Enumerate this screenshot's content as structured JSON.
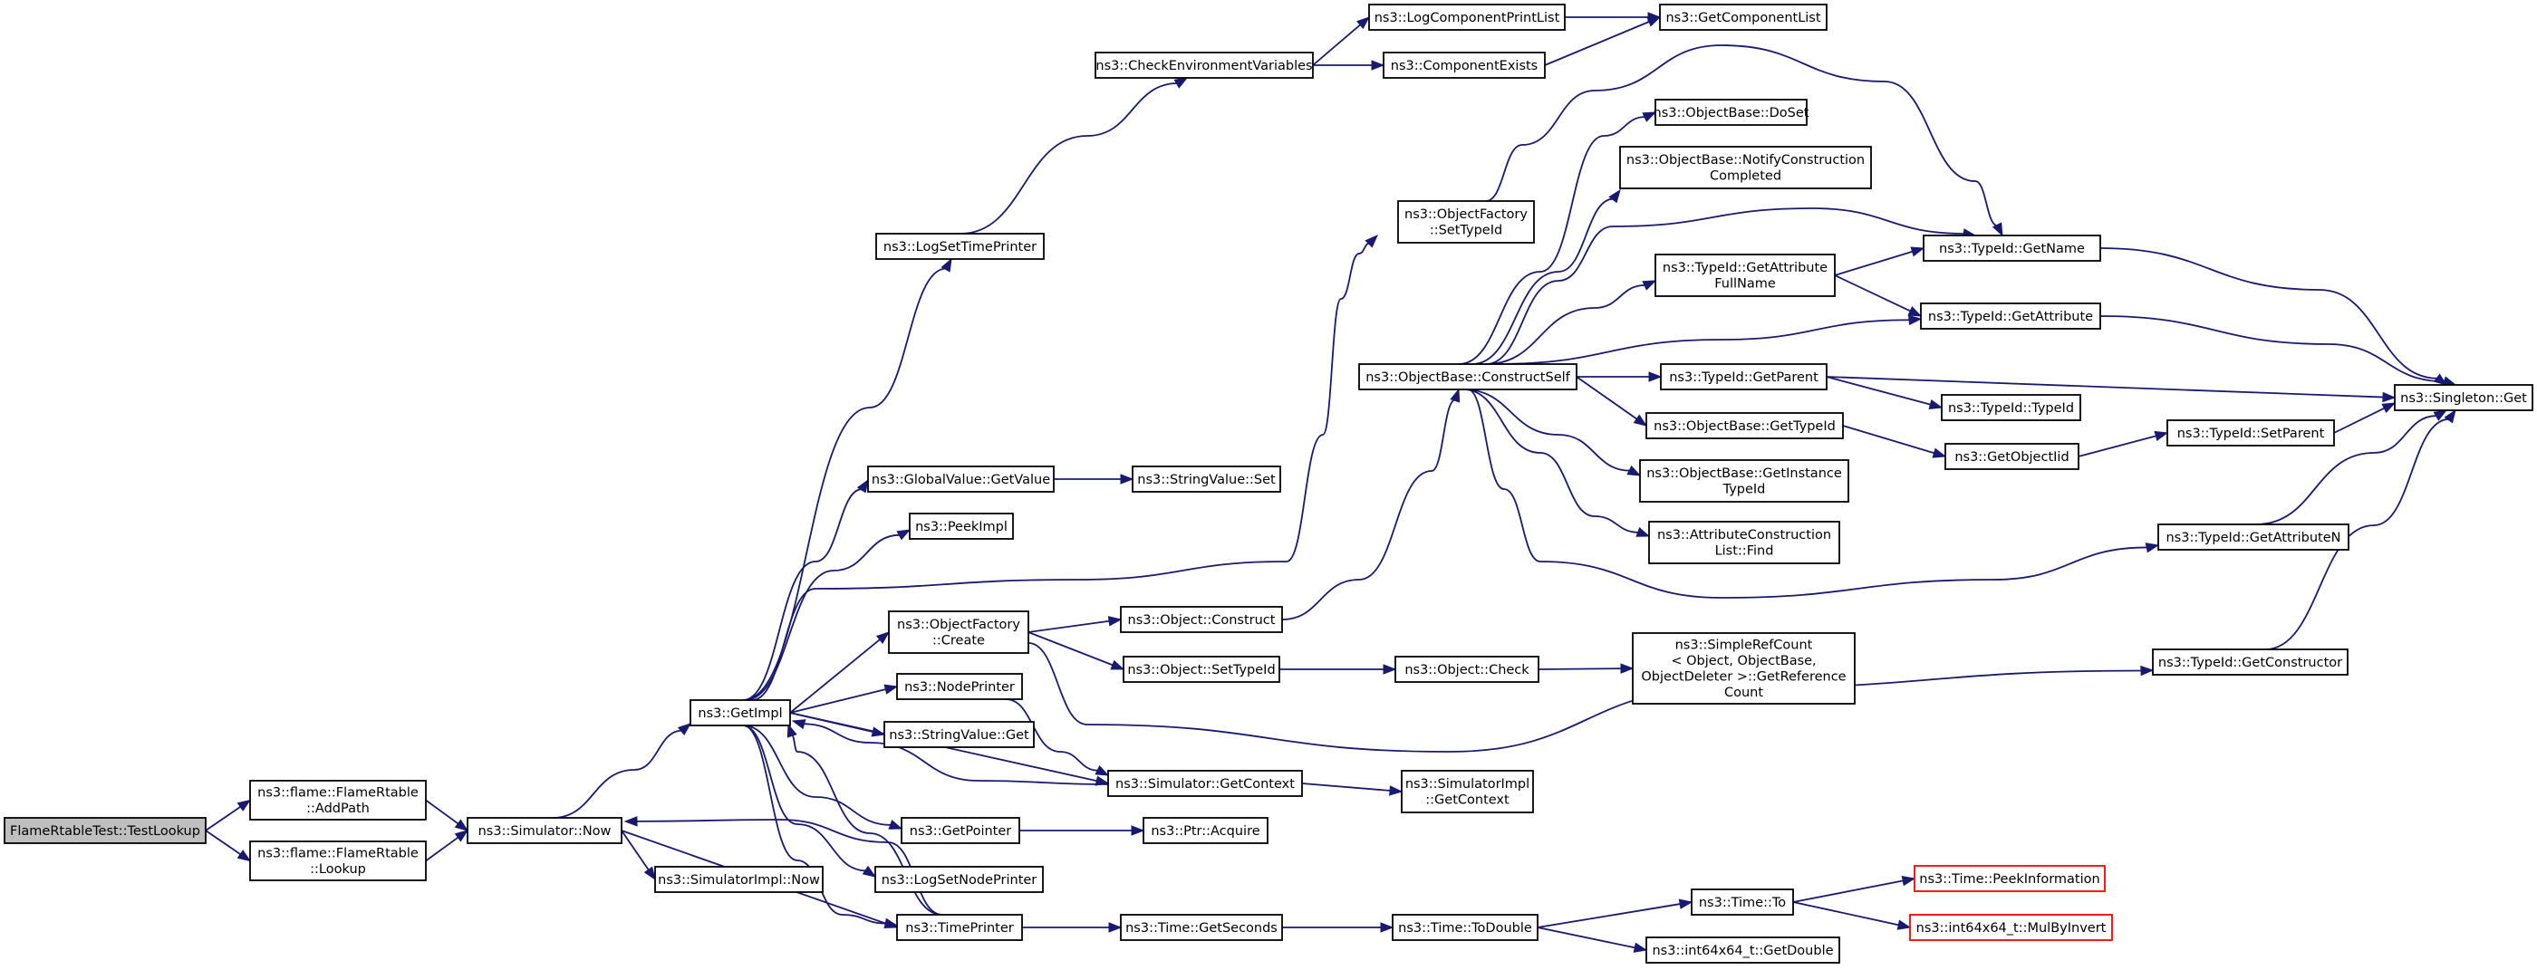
{
  "colors": {
    "edge": "#191970",
    "node_border": "#000000",
    "root_fill": "#bfbfbf",
    "truncated_border": "#ff0000"
  },
  "nodes": [
    {
      "id": "n0",
      "lines": [
        "FlameRtableTest::TestLookup"
      ],
      "root": true
    },
    {
      "id": "n1",
      "lines": [
        "ns3::flame::FlameRtable",
        "::AddPath"
      ]
    },
    {
      "id": "n2",
      "lines": [
        "ns3::flame::FlameRtable",
        "::Lookup"
      ]
    },
    {
      "id": "n3",
      "lines": [
        "ns3::Simulator::Now"
      ]
    },
    {
      "id": "n4",
      "lines": [
        "ns3::GetImpl"
      ]
    },
    {
      "id": "n5",
      "lines": [
        "ns3::SimulatorImpl::Now"
      ]
    },
    {
      "id": "n6",
      "lines": [
        "ns3::TimePrinter"
      ]
    },
    {
      "id": "n7",
      "lines": [
        "ns3::LogSetTimePrinter"
      ]
    },
    {
      "id": "n8",
      "lines": [
        "ns3::CheckEnvironmentVariables"
      ]
    },
    {
      "id": "n9",
      "lines": [
        "ns3::LogComponentPrintList"
      ]
    },
    {
      "id": "n10",
      "lines": [
        "ns3::ComponentExists"
      ]
    },
    {
      "id": "n11",
      "lines": [
        "ns3::GetComponentList"
      ]
    },
    {
      "id": "n12",
      "lines": [
        "ns3::GlobalValue::GetValue"
      ]
    },
    {
      "id": "n13",
      "lines": [
        "ns3::StringValue::Set"
      ]
    },
    {
      "id": "n14",
      "lines": [
        "ns3::PeekImpl"
      ]
    },
    {
      "id": "n15",
      "lines": [
        "ns3::ObjectFactory",
        "::Create"
      ]
    },
    {
      "id": "n16",
      "lines": [
        "ns3::NodePrinter"
      ]
    },
    {
      "id": "n17",
      "lines": [
        "ns3::StringValue::Get"
      ]
    },
    {
      "id": "n18",
      "lines": [
        "ns3::GetPointer"
      ]
    },
    {
      "id": "n19",
      "lines": [
        "ns3::LogSetNodePrinter"
      ]
    },
    {
      "id": "n20",
      "lines": [
        "ns3::ObjectFactory",
        "::SetTypeId"
      ]
    },
    {
      "id": "n21",
      "lines": [
        "ns3::Object::Construct"
      ]
    },
    {
      "id": "n22",
      "lines": [
        "ns3::Object::SetTypeId"
      ]
    },
    {
      "id": "n23",
      "lines": [
        "ns3::Simulator::GetContext"
      ]
    },
    {
      "id": "n24",
      "lines": [
        "ns3::Ptr::Acquire"
      ]
    },
    {
      "id": "n25",
      "lines": [
        "ns3::Time::GetSeconds"
      ]
    },
    {
      "id": "n26",
      "lines": [
        "ns3::ObjectBase::ConstructSelf"
      ]
    },
    {
      "id": "n27",
      "lines": [
        "ns3::Object::Check"
      ]
    },
    {
      "id": "n28",
      "lines": [
        "ns3::SimulatorImpl",
        "::GetContext"
      ]
    },
    {
      "id": "n29",
      "lines": [
        "ns3::Time::ToDouble"
      ]
    },
    {
      "id": "n30",
      "lines": [
        "ns3::ObjectBase::DoSet"
      ]
    },
    {
      "id": "n31",
      "lines": [
        "ns3::ObjectBase::NotifyConstruction",
        "Completed"
      ]
    },
    {
      "id": "n32",
      "lines": [
        "ns3::TypeId::GetAttribute",
        "FullName"
      ]
    },
    {
      "id": "n33",
      "lines": [
        "ns3::TypeId::GetParent"
      ]
    },
    {
      "id": "n34",
      "lines": [
        "ns3::ObjectBase::GetTypeId"
      ]
    },
    {
      "id": "n35",
      "lines": [
        "ns3::ObjectBase::GetInstance",
        "TypeId"
      ]
    },
    {
      "id": "n36",
      "lines": [
        "ns3::AttributeConstruction",
        "List::Find"
      ]
    },
    {
      "id": "n37",
      "lines": [
        "ns3::SimpleRefCount",
        "< Object, ObjectBase,",
        " ObjectDeleter >::GetReference",
        "Count"
      ]
    },
    {
      "id": "n38",
      "lines": [
        "ns3::Time::To"
      ]
    },
    {
      "id": "n39",
      "lines": [
        "ns3::int64x64_t::GetDouble"
      ]
    },
    {
      "id": "n40",
      "lines": [
        "ns3::TypeId::GetName"
      ]
    },
    {
      "id": "n41",
      "lines": [
        "ns3::TypeId::GetAttribute"
      ]
    },
    {
      "id": "n42",
      "lines": [
        "ns3::TypeId::TypeId"
      ]
    },
    {
      "id": "n43",
      "lines": [
        "ns3::GetObjectIid"
      ]
    },
    {
      "id": "n44",
      "lines": [
        "ns3::TypeId::SetParent"
      ]
    },
    {
      "id": "n45",
      "lines": [
        "ns3::TypeId::GetAttributeN"
      ]
    },
    {
      "id": "n46",
      "lines": [
        "ns3::TypeId::GetConstructor"
      ]
    },
    {
      "id": "n47",
      "lines": [
        "ns3::Time::PeekInformation"
      ],
      "truncated": true
    },
    {
      "id": "n48",
      "lines": [
        "ns3::int64x64_t::MulByInvert"
      ],
      "truncated": true
    },
    {
      "id": "n49",
      "lines": [
        "ns3::Singleton::Get"
      ]
    }
  ],
  "edges": [
    [
      "n0",
      "n1"
    ],
    [
      "n0",
      "n2"
    ],
    [
      "n1",
      "n3"
    ],
    [
      "n2",
      "n3"
    ],
    [
      "n3",
      "n4"
    ],
    [
      "n3",
      "n5"
    ],
    [
      "n3",
      "n6"
    ],
    [
      "n4",
      "n7"
    ],
    [
      "n4",
      "n12"
    ],
    [
      "n4",
      "n14"
    ],
    [
      "n4",
      "n15"
    ],
    [
      "n4",
      "n16"
    ],
    [
      "n4",
      "n17"
    ],
    [
      "n4",
      "n18"
    ],
    [
      "n4",
      "n19"
    ],
    [
      "n4",
      "n6"
    ],
    [
      "n4",
      "n20"
    ],
    [
      "n4",
      "n23"
    ],
    [
      "n6",
      "n3"
    ],
    [
      "n6",
      "n4"
    ],
    [
      "n6",
      "n25"
    ],
    [
      "n7",
      "n8"
    ],
    [
      "n8",
      "n9"
    ],
    [
      "n8",
      "n10"
    ],
    [
      "n9",
      "n11"
    ],
    [
      "n10",
      "n11"
    ],
    [
      "n12",
      "n13"
    ],
    [
      "n15",
      "n21"
    ],
    [
      "n15",
      "n22"
    ],
    [
      "n15",
      "n46"
    ],
    [
      "n16",
      "n23"
    ],
    [
      "n23",
      "n28"
    ],
    [
      "n23",
      "n4"
    ],
    [
      "n18",
      "n24"
    ],
    [
      "n20",
      "n40"
    ],
    [
      "n21",
      "n26"
    ],
    [
      "n22",
      "n27"
    ],
    [
      "n27",
      "n37"
    ],
    [
      "n25",
      "n29"
    ],
    [
      "n29",
      "n38"
    ],
    [
      "n29",
      "n39"
    ],
    [
      "n38",
      "n47"
    ],
    [
      "n38",
      "n48"
    ],
    [
      "n26",
      "n30"
    ],
    [
      "n26",
      "n31"
    ],
    [
      "n26",
      "n32"
    ],
    [
      "n26",
      "n33"
    ],
    [
      "n26",
      "n34"
    ],
    [
      "n26",
      "n35"
    ],
    [
      "n26",
      "n36"
    ],
    [
      "n26",
      "n40"
    ],
    [
      "n26",
      "n41"
    ],
    [
      "n26",
      "n45"
    ],
    [
      "n32",
      "n40"
    ],
    [
      "n32",
      "n41"
    ],
    [
      "n33",
      "n49"
    ],
    [
      "n33",
      "n42"
    ],
    [
      "n34",
      "n43"
    ],
    [
      "n43",
      "n44"
    ],
    [
      "n44",
      "n49"
    ],
    [
      "n40",
      "n49"
    ],
    [
      "n41",
      "n49"
    ],
    [
      "n45",
      "n49"
    ],
    [
      "n46",
      "n49"
    ]
  ]
}
